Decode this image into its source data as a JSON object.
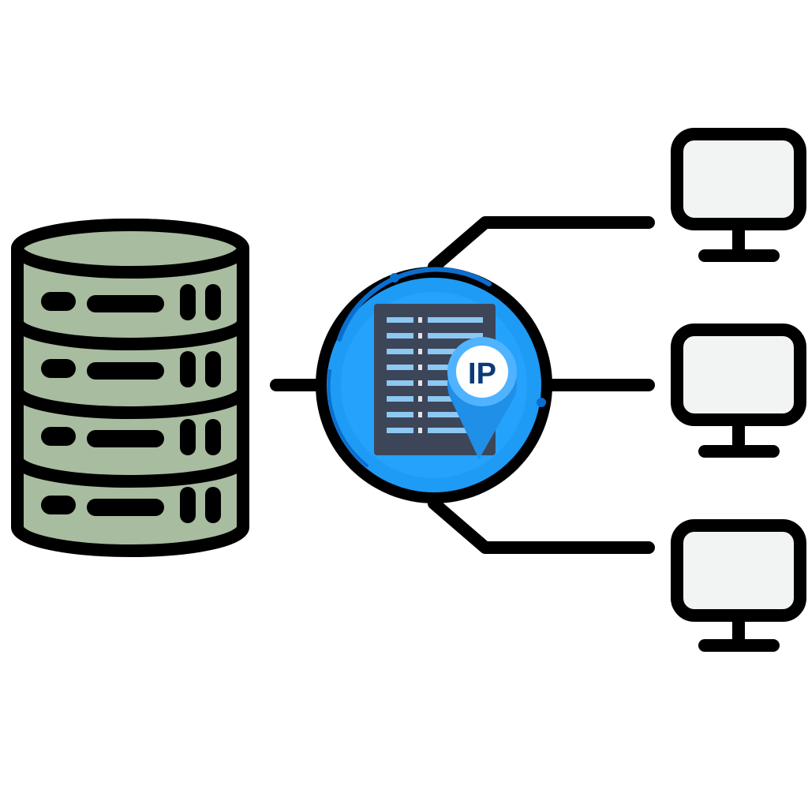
{
  "diagram": {
    "badge_label": "IP",
    "nodes": [
      {
        "id": "database",
        "icon": "database-server-icon"
      },
      {
        "id": "ip-management",
        "icon": "ip-address-document-icon"
      },
      {
        "id": "computer-1",
        "icon": "monitor-icon"
      },
      {
        "id": "computer-2",
        "icon": "monitor-icon"
      },
      {
        "id": "computer-3",
        "icon": "monitor-icon"
      }
    ],
    "connections": [
      {
        "from": "database",
        "to": "ip-management"
      },
      {
        "from": "ip-management",
        "to": "computer-1"
      },
      {
        "from": "ip-management",
        "to": "computer-2"
      },
      {
        "from": "ip-management",
        "to": "computer-3"
      }
    ],
    "colors": {
      "outline": "#000000",
      "database_fill": "#a8bca0",
      "monitor_fill": "#f2f4f4",
      "hub_blue": "#1e9bf5",
      "hub_ring": "#0b6fd0",
      "document_fill": "#3c4658",
      "document_rows": "#8cc8f2",
      "badge_text": "#0a3a78"
    }
  }
}
